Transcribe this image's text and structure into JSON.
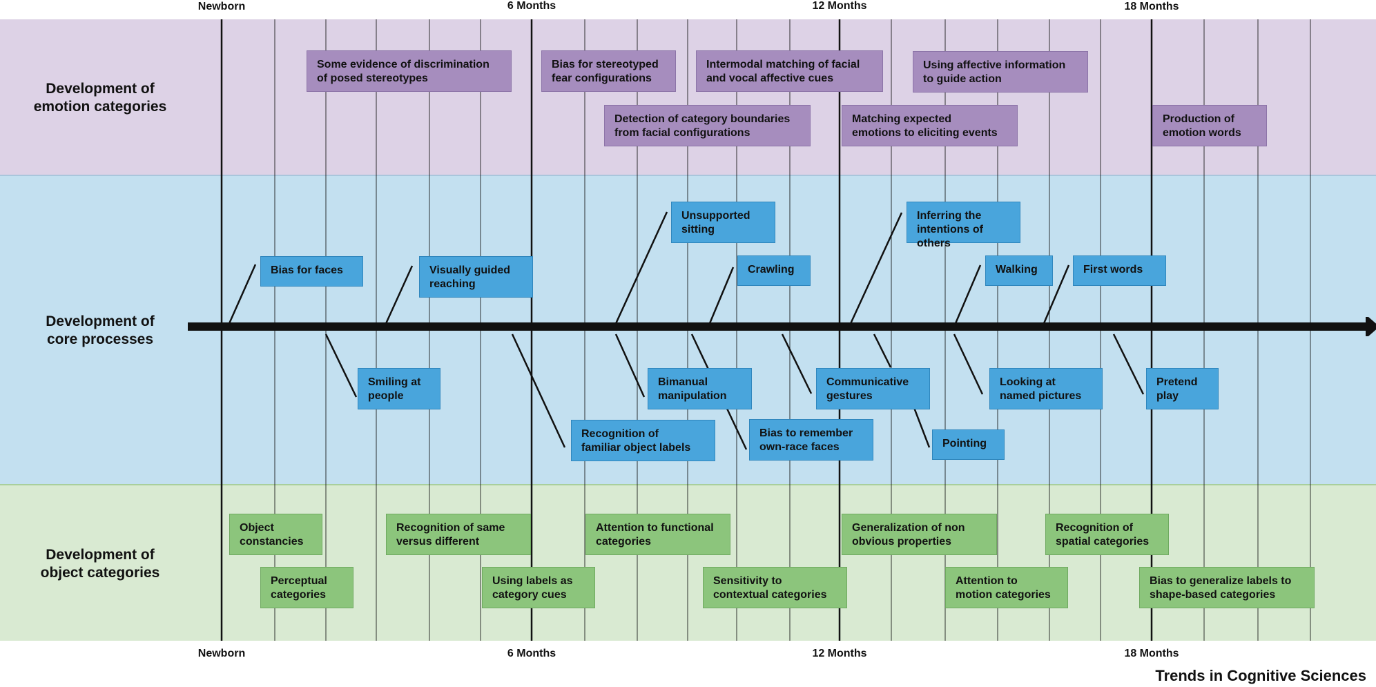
{
  "timeline": {
    "top_labels": [
      "Newborn",
      "6 Months",
      "12 Months",
      "18 Months"
    ],
    "bottom_labels": [
      "Newborn",
      "6 Months",
      "12 Months",
      "18 Months"
    ]
  },
  "rows": {
    "emotion": "Development of\nemotion categories",
    "core": "Development of\ncore processes",
    "object": "Development of\nobject categories"
  },
  "emotion_items": [
    "Some evidence of discrimination\nof posed stereotypes",
    "Bias for stereotyped\nfear configurations",
    "Intermodal matching of facial\nand vocal affective cues",
    "Using affective information\nto guide action",
    "Detection of category boundaries\nfrom facial configurations",
    "Matching expected\nemotions to eliciting events",
    "Production of\nemotion words"
  ],
  "core_items": [
    "Bias for faces",
    "Visually guided\nreaching",
    "Unsupported\nsitting",
    "Crawling",
    "Inferring the\nintentions of others",
    "Walking",
    "First words",
    "Smiling at\npeople",
    "Bimanual\nmanipulation",
    "Communicative\ngestures",
    "Looking at\nnamed pictures",
    "Pretend\nplay",
    "Recognition of\nfamiliar object labels",
    "Bias to remember\nown-race faces",
    "Pointing"
  ],
  "object_items": [
    "Object\nconstancies",
    "Recognition of same\nversus different",
    "Attention to functional\ncategories",
    "Generalization of non\nobvious properties",
    "Recognition of\nspatial categories",
    "Perceptual\ncategories",
    "Using labels as\ncategory cues",
    "Sensitivity to\ncontextual categories",
    "Attention to\nmotion categories",
    "Bias to generalize labels to\nshape-based categories"
  ],
  "footer": "Trends in Cognitive Sciences",
  "colors": {
    "emotion_band": "#ddd2e6",
    "core_band": "#c3e0f0",
    "object_band": "#d9ead2",
    "emotion_box": "#a68dbe",
    "core_box": "#49a5dc",
    "object_box": "#8cc57c",
    "line": "#111111"
  }
}
